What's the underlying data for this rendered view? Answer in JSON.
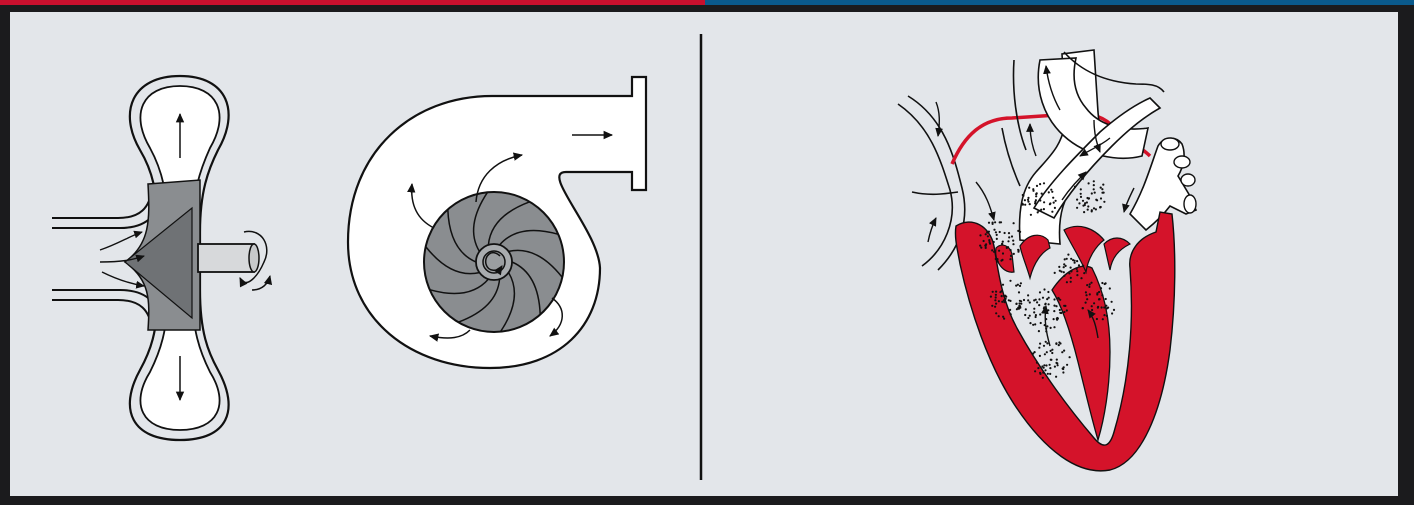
{
  "figure": {
    "colors": {
      "background": "#1b1b1d",
      "panel": "#e3e6ea",
      "accent_left": "#c8102e",
      "accent_right": "#0a5a8c",
      "muscle": "#d4132a",
      "impeller": "#8a8d90",
      "stroke": "#111111"
    },
    "panels": [
      {
        "id": "pump-panel",
        "contents": [
          "pump-cross-section",
          "volute-impeller"
        ]
      },
      {
        "id": "heart-panel",
        "contents": [
          "heart-section"
        ]
      }
    ]
  }
}
